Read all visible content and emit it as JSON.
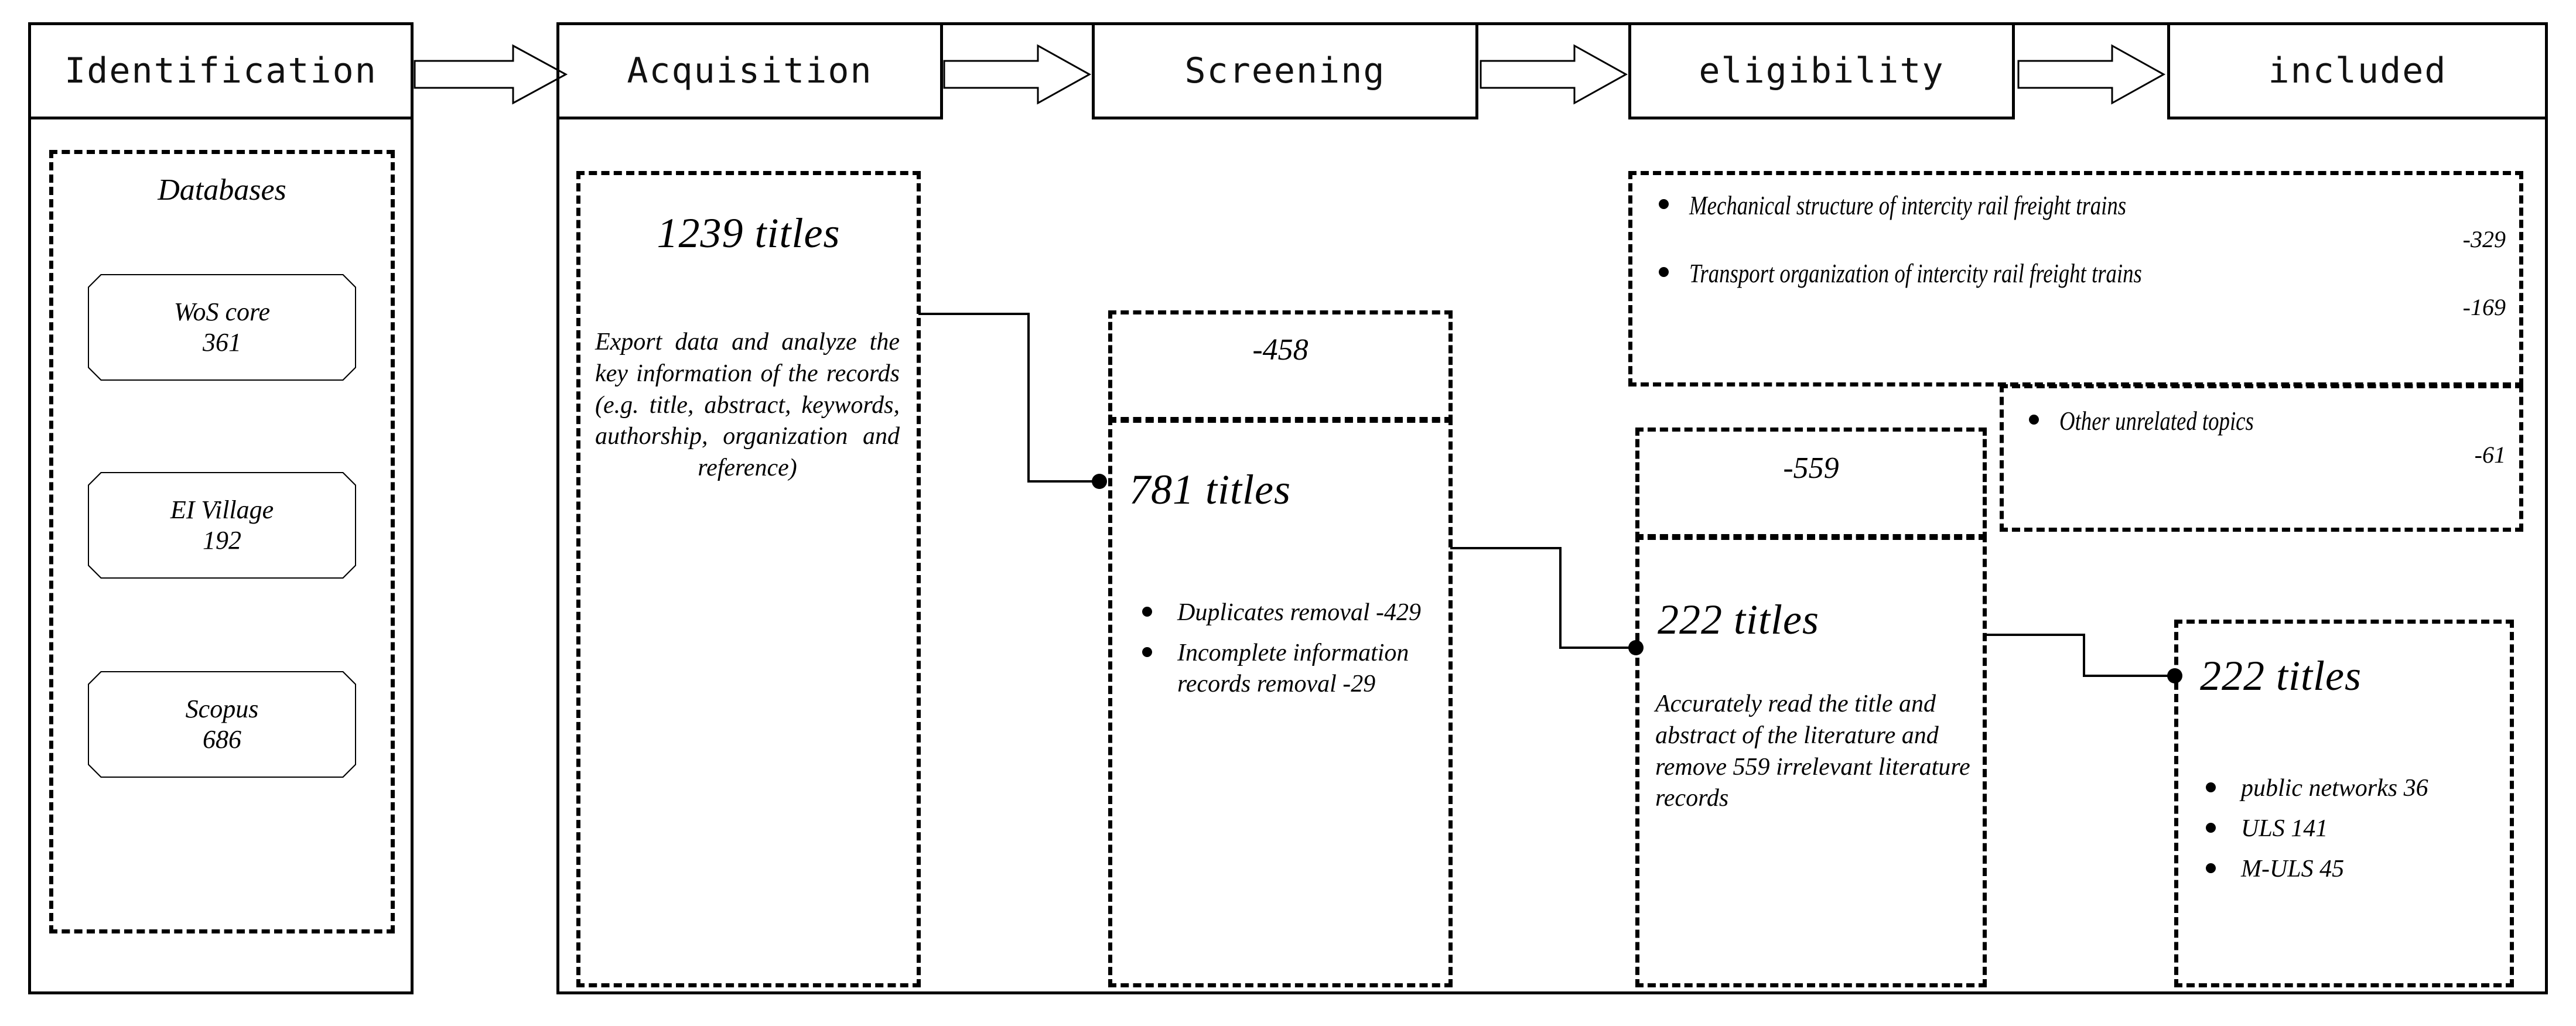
{
  "stages": [
    {
      "id": "identification",
      "label": "Identification"
    },
    {
      "id": "acquisition",
      "label": "Acquisition"
    },
    {
      "id": "screening",
      "label": "Screening"
    },
    {
      "id": "eligibility",
      "label": "eligibility"
    },
    {
      "id": "included",
      "label": "included"
    }
  ],
  "identification": {
    "panel_title": "Databases",
    "databases": [
      {
        "name": "WoS core",
        "count": "361"
      },
      {
        "name": "EI Village",
        "count": "192"
      },
      {
        "name": "Scopus",
        "count": "686"
      }
    ]
  },
  "acquisition": {
    "count": "1239 titles",
    "description": "Export data and analyze the key information of the records (e.g. title, abstract, keywords, authorship, organization and reference)"
  },
  "screening": {
    "removed": "-458",
    "count": "781  titles",
    "reasons": [
      "Duplicates removal -429",
      "Incomplete information records removal  -29"
    ]
  },
  "eligibility": {
    "removed": "-559",
    "count": "222  titles",
    "description": "Accurately read the title and abstract of the literature and remove 559 irrelevant literature records",
    "exclusions": [
      {
        "reason": "Mechanical structure of intercity rail freight trains",
        "count": "-329"
      },
      {
        "reason": "Transport organization of intercity rail freight trains",
        "count": "-169"
      },
      {
        "reason": "Other unrelated topics",
        "count": "-61"
      }
    ]
  },
  "included": {
    "count": "222  titles",
    "categories": [
      "public networks 36",
      "ULS      141",
      "M-ULS   45"
    ]
  },
  "icons": {
    "flow_arrow": "right-block-arrow",
    "junction": "connector-dot"
  },
  "colors": {
    "stroke": "#000000",
    "background": "#ffffff"
  }
}
